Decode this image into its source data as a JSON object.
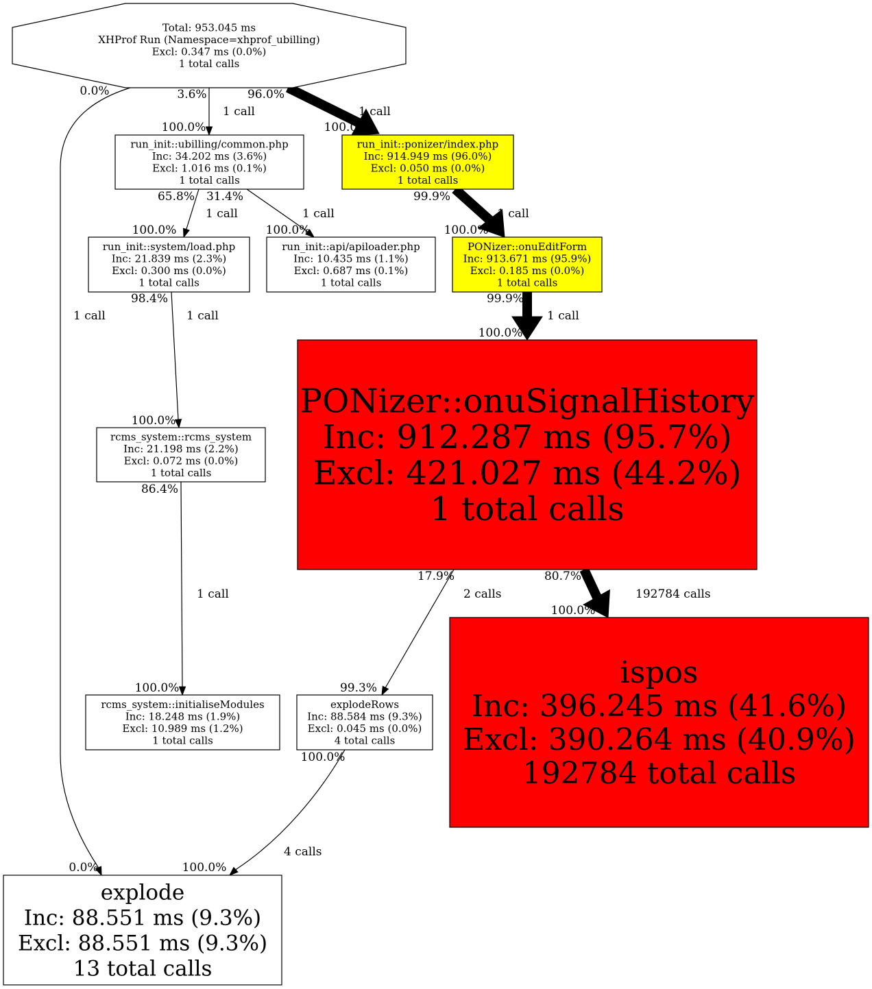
{
  "colors": {
    "hot": "#ff0000",
    "warm": "#ffff00",
    "plain": "#ffffff"
  },
  "nodes": {
    "root": {
      "lines": [
        "Total: 953.045 ms",
        "XHProf Run (Namespace=xhprof_ubilling)",
        "Excl: 0.347 ms (0.0%)",
        "1 total calls"
      ],
      "fill": "plain"
    },
    "common": {
      "lines": [
        "run_init::ubilling/common.php",
        "Inc: 34.202 ms (3.6%)",
        "Excl: 1.016 ms (0.1%)",
        "1 total calls"
      ],
      "fill": "plain"
    },
    "ponizer_index": {
      "lines": [
        "run_init::ponizer/index.php",
        "Inc: 914.949 ms (96.0%)",
        "Excl: 0.050 ms (0.0%)",
        "1 total calls"
      ],
      "fill": "warm"
    },
    "load": {
      "lines": [
        "run_init::system/load.php",
        "Inc: 21.839 ms (2.3%)",
        "Excl: 0.300 ms (0.0%)",
        "1 total calls"
      ],
      "fill": "plain"
    },
    "apiloader": {
      "lines": [
        "run_init::api/apiloader.php",
        "Inc: 10.435 ms (1.1%)",
        "Excl: 0.687 ms (0.1%)",
        "1 total calls"
      ],
      "fill": "plain"
    },
    "onuEditForm": {
      "lines": [
        "PONizer::onuEditForm",
        "Inc: 913.671 ms (95.9%)",
        "Excl: 0.185 ms (0.0%)",
        "1 total calls"
      ],
      "fill": "warm"
    },
    "onuSignalHistory": {
      "lines": [
        "PONizer::onuSignalHistory",
        "Inc: 912.287 ms (95.7%)",
        "Excl: 421.027 ms (44.2%)",
        "1 total calls"
      ],
      "fill": "hot"
    },
    "rcms_system": {
      "lines": [
        "rcms_system::rcms_system",
        "Inc: 21.198 ms (2.2%)",
        "Excl: 0.072 ms (0.0%)",
        "1 total calls"
      ],
      "fill": "plain"
    },
    "initialiseModules": {
      "lines": [
        "rcms_system::initialiseModules",
        "Inc: 18.248 ms (1.9%)",
        "Excl: 10.989 ms (1.2%)",
        "1 total calls"
      ],
      "fill": "plain"
    },
    "explodeRows": {
      "lines": [
        "explodeRows",
        "Inc: 88.584 ms (9.3%)",
        "Excl: 0.045 ms (0.0%)",
        "4 total calls"
      ],
      "fill": "plain"
    },
    "ispos": {
      "lines": [
        "ispos",
        "Inc: 396.245 ms (41.6%)",
        "Excl: 390.264 ms (40.9%)",
        "192784 total calls"
      ],
      "fill": "hot"
    },
    "explode": {
      "lines": [
        "explode",
        "Inc: 88.551 ms (9.3%)",
        "Excl: 88.551 ms (9.3%)",
        "13 total calls"
      ],
      "fill": "plain"
    }
  },
  "edges": [
    {
      "from": "root",
      "to": "explode",
      "src_pct": "0.0%",
      "calls": "1 call",
      "dst_pct": "0.0%"
    },
    {
      "from": "root",
      "to": "common",
      "src_pct": "3.6%",
      "calls": "1 call",
      "dst_pct": "100.0%"
    },
    {
      "from": "root",
      "to": "ponizer_index",
      "src_pct": "96.0%",
      "calls": "1 call",
      "dst_pct": "100.0%"
    },
    {
      "from": "common",
      "to": "load",
      "src_pct": "65.8%",
      "calls": "1 call",
      "dst_pct": "100.0%"
    },
    {
      "from": "common",
      "to": "apiloader",
      "src_pct": "31.4%",
      "calls": "1 call",
      "dst_pct": "100.0%"
    },
    {
      "from": "ponizer_index",
      "to": "onuEditForm",
      "src_pct": "99.9%",
      "calls": "1 call",
      "dst_pct": "100.0%"
    },
    {
      "from": "load",
      "to": "rcms_system",
      "src_pct": "98.4%",
      "calls": "1 call",
      "dst_pct": "100.0%"
    },
    {
      "from": "onuEditForm",
      "to": "onuSignalHistory",
      "src_pct": "99.9%",
      "calls": "1 call",
      "dst_pct": "100.0%"
    },
    {
      "from": "rcms_system",
      "to": "initialiseModules",
      "src_pct": "86.4%",
      "calls": "1 call",
      "dst_pct": "100.0%"
    },
    {
      "from": "onuSignalHistory",
      "to": "explodeRows",
      "src_pct": "17.9%",
      "calls": "2 calls",
      "dst_pct": "99.3%"
    },
    {
      "from": "onuSignalHistory",
      "to": "ispos",
      "src_pct": "80.7%",
      "calls": "192784 calls",
      "dst_pct": "100.0%"
    },
    {
      "from": "explodeRows",
      "to": "explode",
      "src_pct": "100.0%",
      "calls": "4 calls",
      "dst_pct": "100.0%"
    }
  ]
}
